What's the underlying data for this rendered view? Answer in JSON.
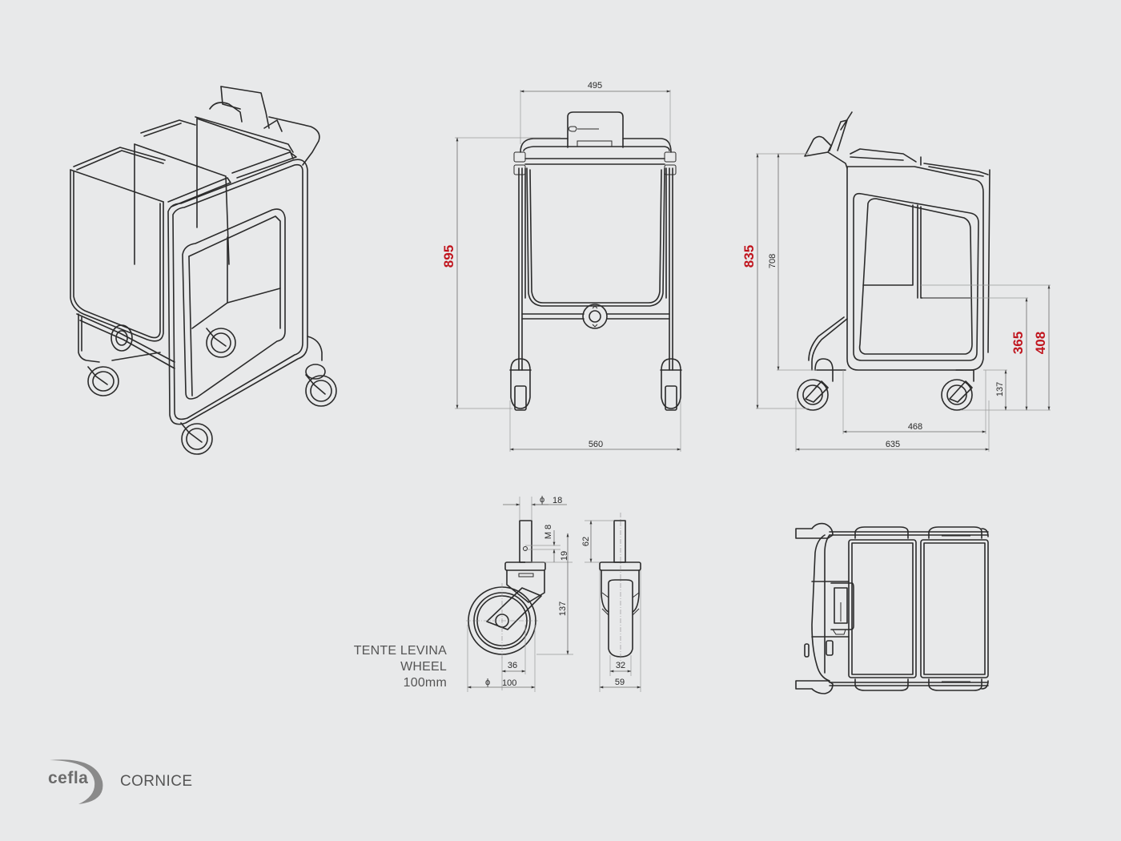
{
  "brand": {
    "logo_text": "cefla",
    "product_name": "CORNICE"
  },
  "caption": {
    "line1": "TENTE LEVINA",
    "line2": "WHEEL",
    "line3": "100mm"
  },
  "colors": {
    "background": "#e8e9ea",
    "line": "#2b2b2b",
    "dimension": "#6b6b6b",
    "highlight_dimension": "#c0151e",
    "text": "#555555"
  },
  "front_view": {
    "top_width": "495",
    "base_width": "560",
    "overall_height": "895"
  },
  "side_view": {
    "overall_height": "835",
    "frame_height": "708",
    "height_365": "365",
    "height_408": "408",
    "wheel_height": "137",
    "frame_length": "468",
    "overall_length": "635"
  },
  "wheel_detail": {
    "stem_diameter": "18",
    "thread": "M 8",
    "thread_offset": "19",
    "stem_length": "62",
    "wheel_height": "137",
    "axle_offset": "36",
    "wheel_diameter": "100",
    "tread_width": "32",
    "fork_width": "59",
    "diameter_symbol": "ϕ"
  },
  "views": [
    "perspective-view",
    "front-view",
    "side-view",
    "wheel-side-view",
    "wheel-front-view",
    "top-view"
  ]
}
